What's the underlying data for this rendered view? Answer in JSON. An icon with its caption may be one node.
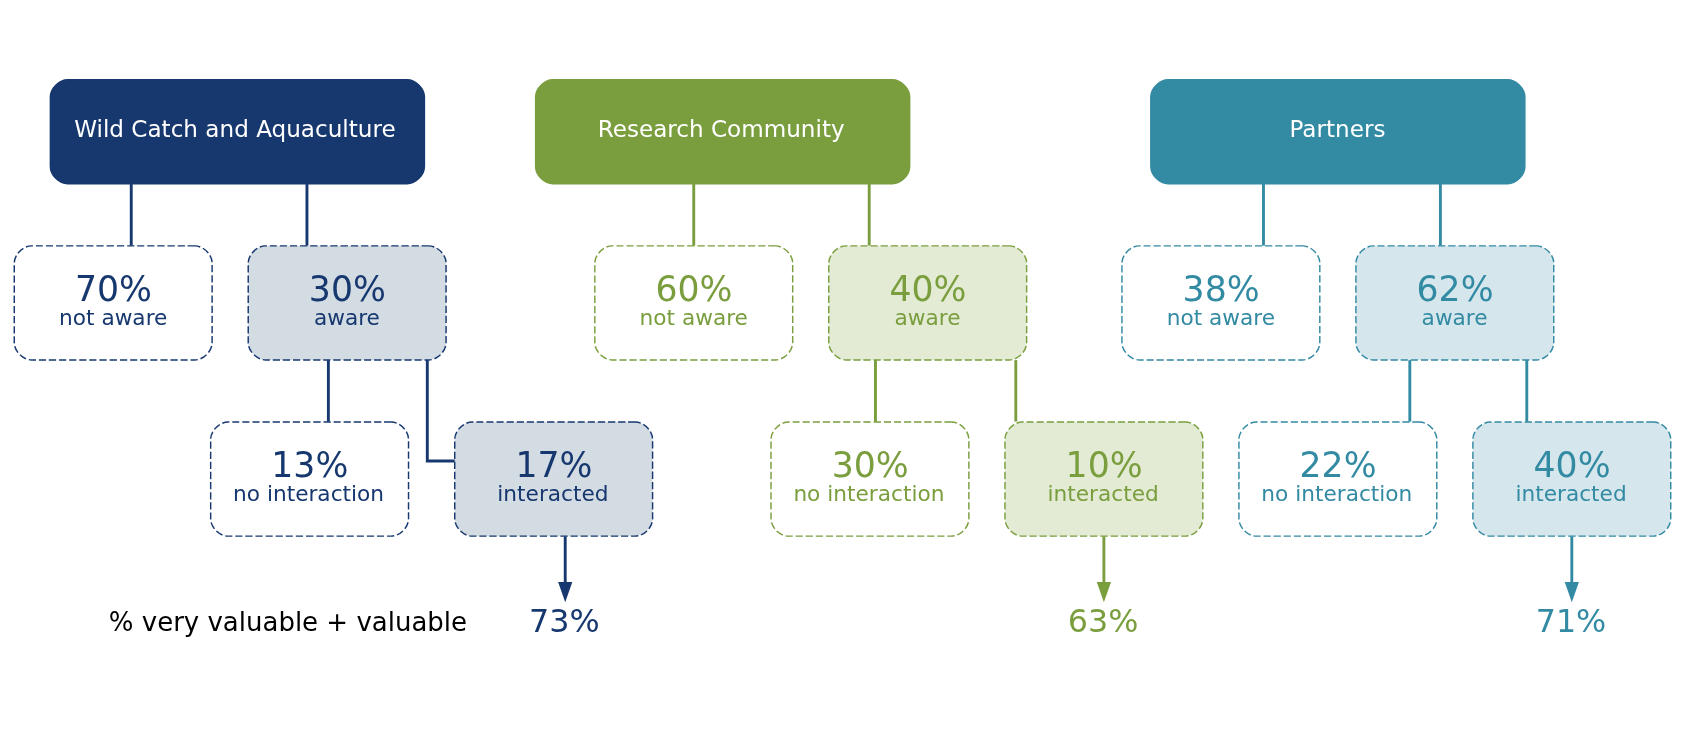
{
  "diagram": {
    "nodes": [
      {
        "text": [
          "Wild Catch and Aquaculture"
        ]
      },
      {
        "text": [
          "Partners"
        ]
      },
      {
        "text": [
          "Research Community"
        ]
      },
      {
        "text": [
          "70%",
          "not aware"
        ]
      },
      {
        "text": [
          "30%",
          "aware"
        ]
      },
      {
        "text": [
          "38%",
          "not aware"
        ]
      },
      {
        "text": [
          "62%",
          "aware"
        ]
      },
      {
        "text": [
          "60%",
          "not aware"
        ]
      },
      {
        "text": [
          "40%",
          "aware"
        ]
      },
      {
        "text": [
          "13%",
          "no interaction"
        ]
      },
      {
        "text": [
          "17%",
          "interacted"
        ]
      },
      {
        "text": [
          "22%",
          "no interaction"
        ]
      },
      {
        "text": [
          "40%",
          "interacted"
        ]
      },
      {
        "text": [
          "30%",
          "no interaction"
        ]
      },
      {
        "text": [
          "10%",
          "interacted"
        ]
      },
      {
        "text": [
          "73%"
        ]
      },
      {
        "text": [
          "71%"
        ]
      },
      {
        "text": [
          "63%"
        ]
      }
    ],
    "edges": [
      {
        "from": 0,
        "to": 3,
        "arrow": "none",
        "color": "#17386f"
      },
      {
        "from": 0,
        "to": 4,
        "arrow": "none",
        "color": "#17386f"
      },
      {
        "from": 4,
        "to": 9,
        "arrow": "none",
        "color": "#17386f"
      },
      {
        "from": 4,
        "to": 10,
        "arrow": "none",
        "color": "#17386f"
      },
      {
        "from": 10,
        "to": 15,
        "arrow": "to",
        "color": "#17386f"
      },
      {
        "from": 1,
        "to": 5,
        "arrow": "none",
        "color": "#338aa3"
      },
      {
        "from": 1,
        "to": 6,
        "arrow": "none",
        "color": "#338aa3"
      },
      {
        "from": 6,
        "to": 11,
        "arrow": "none",
        "color": "#338aa3"
      },
      {
        "from": 6,
        "to": 12,
        "arrow": "none",
        "color": "#338aa3"
      },
      {
        "from": 12,
        "to": 16,
        "arrow": "to",
        "color": "#338aa3"
      },
      {
        "from": 2,
        "to": 7,
        "arrow": "none",
        "color": "#7a9e3e"
      },
      {
        "from": 2,
        "to": 8,
        "arrow": "none",
        "color": "#7a9e3e"
      },
      {
        "from": 8,
        "to": 13,
        "arrow": "none",
        "color": "#7a9e3e"
      },
      {
        "from": 8,
        "to": 14,
        "arrow": "none",
        "color": "#7a9e3e"
      },
      {
        "from": 14,
        "to": 17,
        "arrow": "to",
        "color": "#7a9e3e"
      }
    ],
    "labels": [
      "% very valuable + valuable"
    ]
  }
}
